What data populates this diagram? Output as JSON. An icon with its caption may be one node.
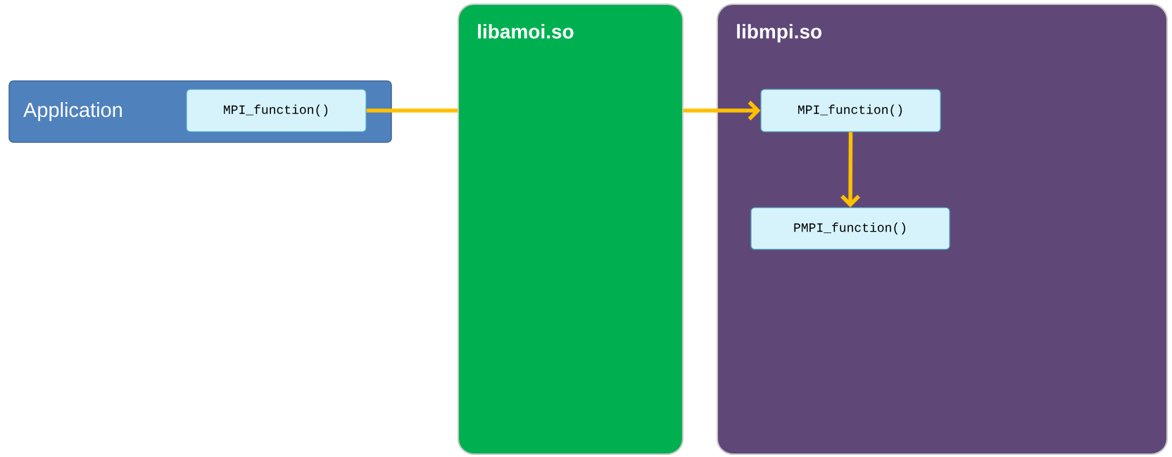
{
  "diagram": {
    "nodes": [
      {
        "text": [
          "Application"
        ]
      },
      {
        "text": [
          "MPI_function()"
        ],
        "in": 0
      },
      {
        "text": [
          "libamoi.so"
        ]
      },
      {
        "text": [
          "libmpi.so"
        ]
      },
      {
        "text": [
          "MPI_function()"
        ],
        "in": 3
      },
      {
        "text": [
          "PMPI_function()"
        ],
        "in": 3
      }
    ],
    "edges": [
      {
        "from": 1,
        "to": 2,
        "arrow": "none"
      },
      {
        "from": 2,
        "to": 4,
        "arrow": "to"
      },
      {
        "from": 4,
        "to": 5,
        "arrow": "to"
      }
    ]
  }
}
